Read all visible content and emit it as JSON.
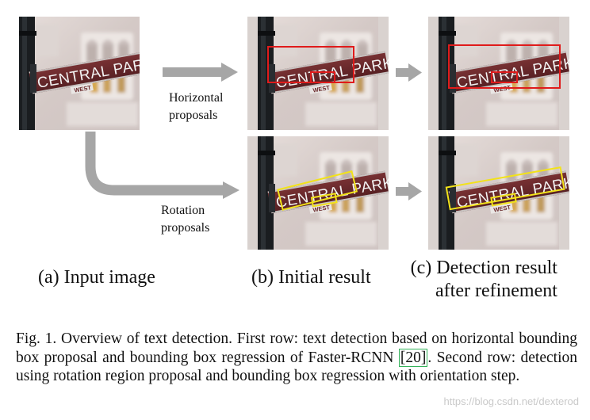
{
  "labels": {
    "horizontal_proposals": [
      "Horizontal",
      "proposals"
    ],
    "rotation_proposals": [
      "Rotation",
      "proposals"
    ]
  },
  "panels": {
    "a": "(a) Input image",
    "b": "(b) Initial result",
    "c": [
      "(c) Detection result",
      "after refinement"
    ]
  },
  "sign": {
    "main_text": "CENTRAL PARK",
    "sub_text": "WEST"
  },
  "caption": {
    "prefix": "Fig. 1.   Overview of text detection. First row: text detection based on horizontal bounding box proposal and bounding box regression of Faster-RCNN ",
    "ref": "[20]",
    "suffix": ". Second row: detection using rotation region proposal and bounding box regression with orientation step."
  },
  "watermark": "https://blog.csdn.net/dexterod",
  "colors": {
    "horizontal_box": "#e01b1b",
    "rotation_box": "#f2e21a",
    "arrow": "#a6a6a6",
    "sign_body": "#6b2a2c",
    "ref_border": "#35b35b"
  }
}
